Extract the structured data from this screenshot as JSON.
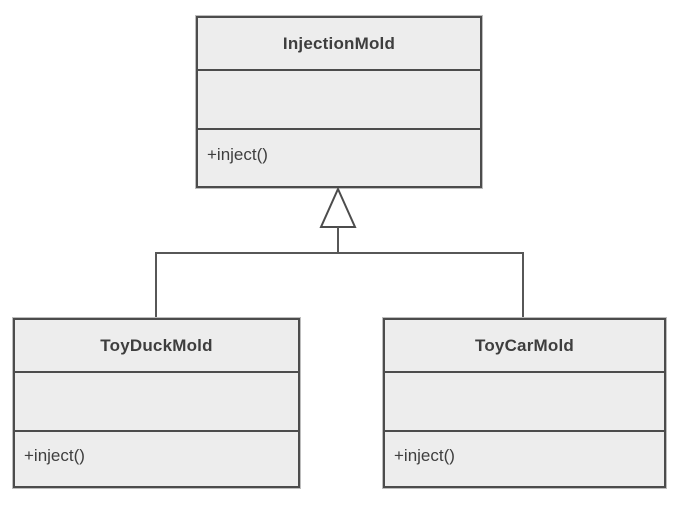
{
  "diagram": {
    "kind": "uml-class-diagram",
    "relationship": "generalization",
    "parent": {
      "name": "InjectionMold",
      "attributes_text": "",
      "method": "+inject()"
    },
    "children": [
      {
        "name": "ToyDuckMold",
        "attributes_text": "",
        "method": "+inject()"
      },
      {
        "name": "ToyCarMold",
        "attributes_text": "",
        "method": "+inject()"
      }
    ],
    "colors": {
      "box_fill": "#ededed",
      "box_border": "#4c4c4c",
      "connector": "#575757",
      "text": "#3e3e3e",
      "canvas_background": "#ffffff"
    }
  }
}
